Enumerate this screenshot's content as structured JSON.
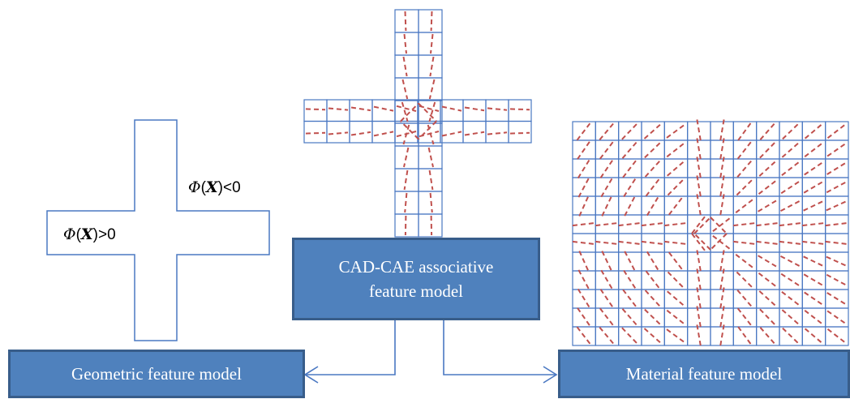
{
  "boxes": {
    "cad_cae": {
      "line1": "CAD-CAE associative",
      "line2": "feature model"
    },
    "geometric": {
      "label": "Geometric feature model"
    },
    "material": {
      "label": "Material feature model"
    }
  },
  "labels": {
    "phi_inside": {
      "phi": "Φ",
      "open": "(",
      "var": "X",
      "close": ")",
      "rel": ">0"
    },
    "phi_outside": {
      "phi": "Φ",
      "open": "(",
      "var": "X",
      "close": ")",
      "rel": "<0"
    }
  },
  "colors": {
    "mesh": "#4a78c2",
    "direction": "#c0504d",
    "box_fill": "#4f81bd",
    "box_border": "#385d8a",
    "arrow": "#4a78c2"
  }
}
